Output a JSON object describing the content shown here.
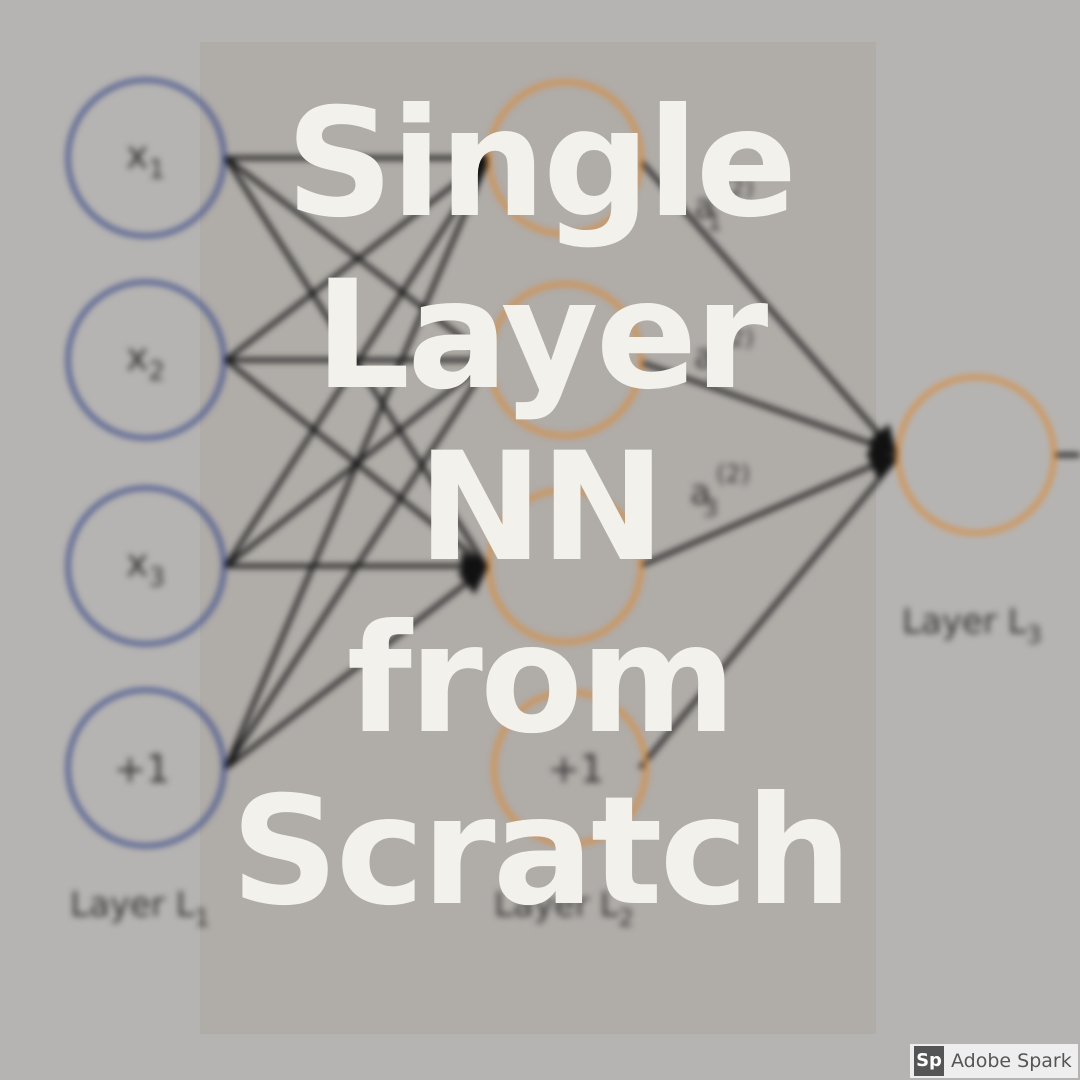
{
  "title": {
    "lines": [
      "Single",
      "Layer",
      "NN",
      "from",
      "Scratch"
    ]
  },
  "diagram": {
    "input_nodes": [
      "x",
      "x",
      "x",
      "+1"
    ],
    "input_subscripts": [
      "1",
      "2",
      "3",
      ""
    ],
    "hidden_bias_label": "+1",
    "activations": [
      {
        "base": "a",
        "sub": "1",
        "sup": "(2)"
      },
      {
        "base": "a",
        "sub": "2",
        "sup": "(2)"
      },
      {
        "base": "a",
        "sub": "3",
        "sup": "(2)"
      }
    ],
    "layer_labels": [
      {
        "base": "Layer L",
        "sub": "1"
      },
      {
        "base": "Layer L",
        "sub": "2"
      },
      {
        "base": "Layer L",
        "sub": "3"
      }
    ],
    "colors": {
      "input_node": "#3d4c8a",
      "hidden_node": "#d98b3c",
      "output_node": "#d98b3c",
      "edge": "#111111"
    }
  },
  "badge": {
    "icon": "Sp",
    "text": "Adobe Spark"
  }
}
